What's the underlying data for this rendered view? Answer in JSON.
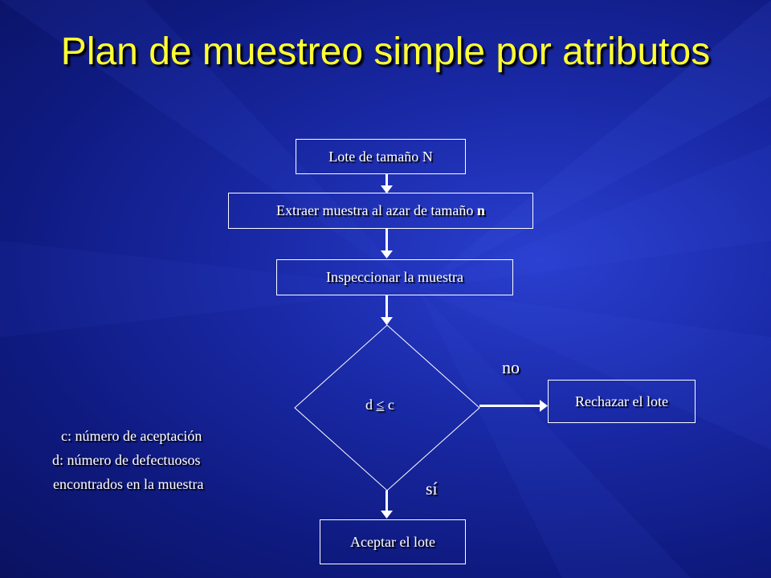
{
  "slide": {
    "title": "Plan de muestreo simple por atributos"
  },
  "flow": {
    "step1": "Lote de tamaño N",
    "step2_prefix": "Extraer muestra al azar de tamaño ",
    "step2_var": "n",
    "step3": "Inspeccionar la muestra",
    "decision_left": "d ",
    "decision_op": "≤",
    "decision_right": " c",
    "no_label": "no",
    "yes_label": "sí",
    "reject": "Rechazar el lote",
    "accept": "Aceptar el lote"
  },
  "legend": {
    "line1": "c: número de aceptación",
    "line2": "d: número de defectuosos",
    "line3": "encontrados en la muestra"
  }
}
